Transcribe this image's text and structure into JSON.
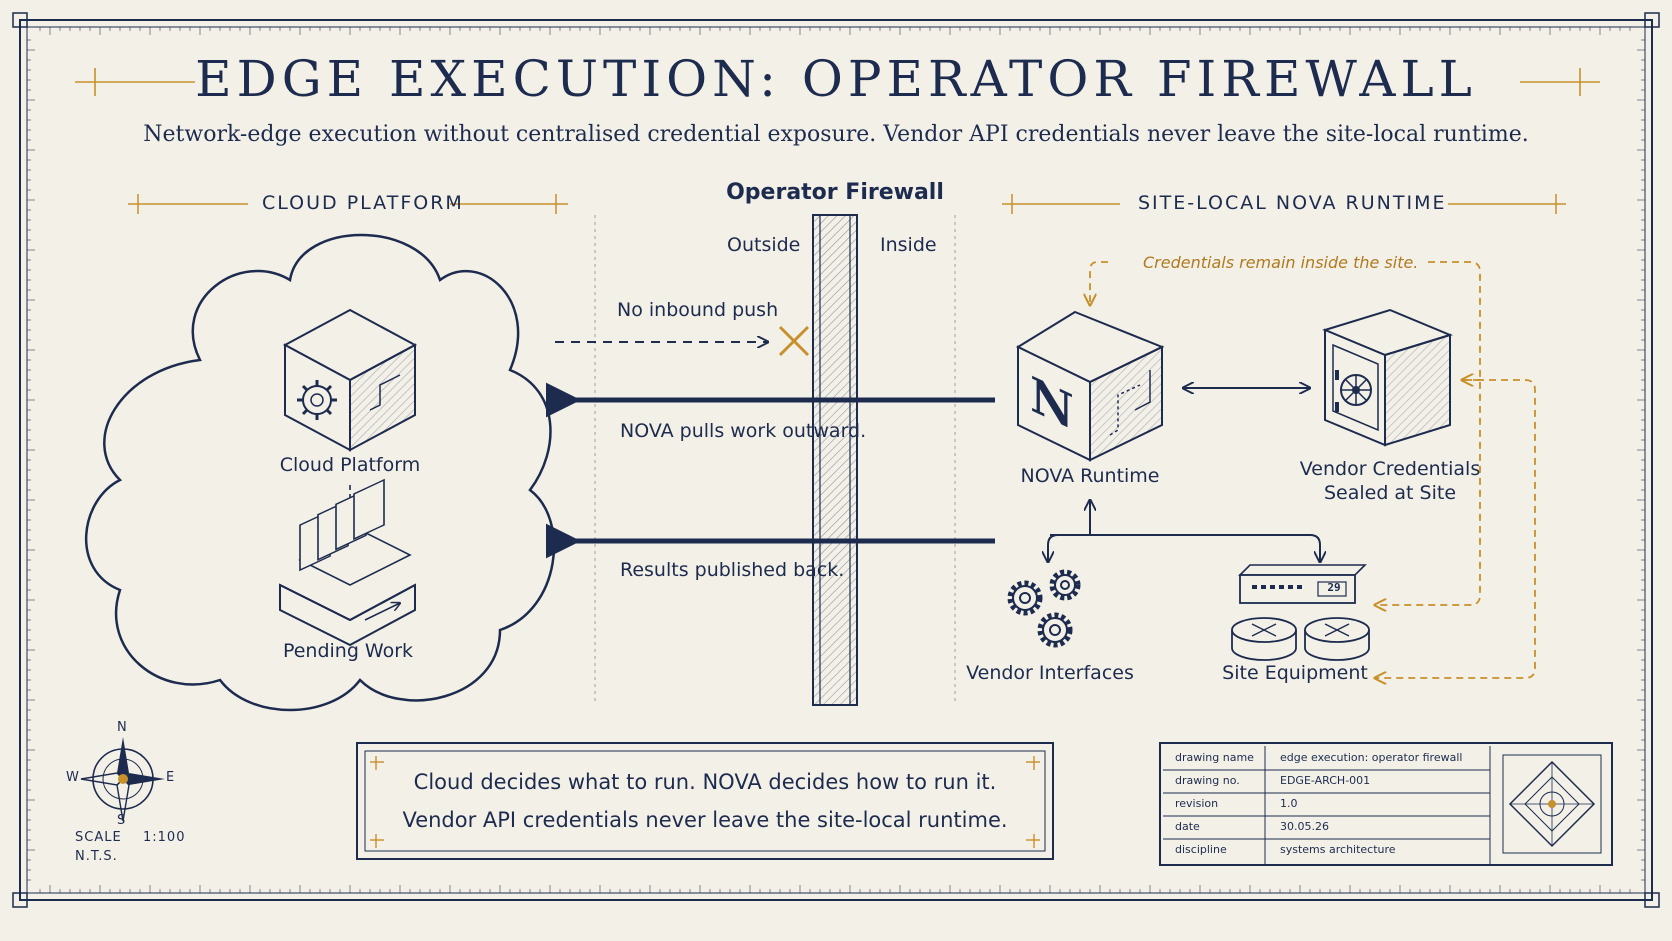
{
  "title": "EDGE EXECUTION: OPERATOR FIREWALL",
  "subtitle": "Network-edge execution without centralised credential exposure. Vendor API credentials never leave the site-local runtime.",
  "sections": {
    "cloud": "CLOUD PLATFORM",
    "firewall": "Operator Firewall",
    "site": "SITE-LOCAL NOVA RUNTIME"
  },
  "firewall": {
    "outside": "Outside",
    "inside": "Inside"
  },
  "flows": {
    "no_push": "No inbound push",
    "pull": "NOVA pulls work outward.",
    "results": "Results published back."
  },
  "nodes": {
    "cloud_platform": "Cloud Platform",
    "pending_work": "Pending Work",
    "nova_runtime": "NOVA Runtime",
    "nova_letter": "N",
    "vendor_credentials_1": "Vendor Credentials",
    "vendor_credentials_2": "Sealed at Site",
    "vendor_interfaces": "Vendor Interfaces",
    "site_equipment": "Site Equipment",
    "router_display": "29"
  },
  "credentials_note": "Credentials remain inside the site.",
  "summary": {
    "line1": "Cloud decides what to run. NOVA decides how to run it.",
    "line2": "Vendor API credentials never leave the site-local runtime."
  },
  "compass": {
    "n": "N",
    "s": "S",
    "e": "E",
    "w": "W"
  },
  "scale": {
    "label": "SCALE",
    "value": "1:100",
    "nts": "N.T.S."
  },
  "title_block": [
    {
      "key": "drawing name",
      "value": "edge execution: operator firewall"
    },
    {
      "key": "drawing no.",
      "value": "EDGE-ARCH-001"
    },
    {
      "key": "revision",
      "value": "1.0"
    },
    {
      "key": "date",
      "value": "30.05.26"
    },
    {
      "key": "discipline",
      "value": "systems architecture"
    }
  ],
  "colors": {
    "ink": "#1d2b4e",
    "accent": "#c8902a",
    "paper": "#f3f0e8"
  }
}
